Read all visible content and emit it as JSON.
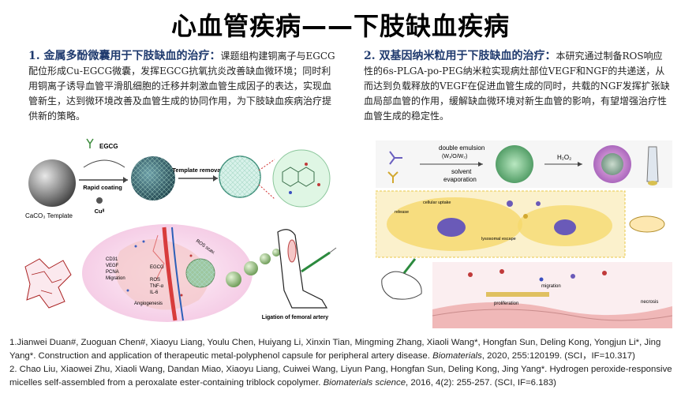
{
  "title": "心血管疾病——下肢缺血疾病",
  "section1": {
    "heading": "1. 金属多酚微囊用于下肢缺血的治疗：",
    "body": "课题组构建铜离子与EGCG配位形成Cu-EGCG微囊，发挥EGCG抗氧抗炎改善缺血微环境；同时利用铜离子诱导血管平滑肌细胞的迁移并刺激血管生成因子的表达，实现血管新生，达到微环境改善及血管生成的协同作用，为下肢缺血疾病治疗提供新的策略。",
    "figure": {
      "template_label": "CaCO₃ Template",
      "egcg_label": "EGCG",
      "rapid_coating": "Rapid coating",
      "cu_label": "Cuᴵᴵ",
      "template_removal": "Template removal",
      "markers": [
        "CD31",
        "VEGF",
        "PCNA",
        "Migration"
      ],
      "ros_markers": [
        "ROS",
        "TNF-α",
        "IL-6"
      ],
      "egcg_inner": "EGCG",
      "ros_scav": "ROS scav.",
      "angiogenesis": "Angiogenesis",
      "ligation": "Ligation of femoral artery"
    }
  },
  "section2": {
    "heading": "2. 双基因纳米粒用于下肢缺血的治疗：",
    "body": "本研究通过制备ROS响应性的6s-PLGA-po-PEG纳米粒实现病灶部位VEGF和NGF的共递送，从而达到负载释放的VEGF在促进血管生成的同时，共载的NGF发挥扩张缺血局部血管的作用，缓解缺血微环境对新生血管的影响，有望增强治疗性血管生成的稳定性。",
    "figure": {
      "double_emulsion": "double emulsion",
      "emulsion_sub": "(W₁/O/W₂)",
      "solvent": "solvent",
      "evaporation": "evaporation",
      "h2o2": "H₂O₂",
      "migration": "migration",
      "proliferation": "proliferation",
      "necrosis": "necrosis",
      "cell_labels": [
        "release",
        "cellular uptake",
        "lysosomal escape"
      ]
    }
  },
  "references": {
    "ref1": {
      "text": "1.Jianwei Duan#, Zuoguan Chen#, Xiaoyu Liang, Youlu Chen, Huiyang Li, Xinxin Tian, Mingming Zhang, Xiaoli Wang*, Hongfan Sun, Deling Kong, Yongjun Li*, Jing Yang*. Construction and application of therapeutic metal-polyphenol capsule for peripheral artery disease. ",
      "journal": "Biomaterials",
      "tail": ", 2020, 255:120199. (SCI，IF=10.317)"
    },
    "ref2": {
      "text": "2. Chao Liu, Xiaowei Zhu, Xiaoli Wang, Dandan Miao, Xiaoyu Liang, Cuiwei Wang, Liyun Pang, Hongfan Sun, Deling Kong, Jing Yang*. Hydrogen peroxide-responsive micelles self-assembled from a peroxalate ester-containing triblock copolymer. ",
      "journal": "Biomaterials science",
      "tail": ", 2016, 4(2): 255-257. (SCI, IF=6.183)"
    }
  }
}
